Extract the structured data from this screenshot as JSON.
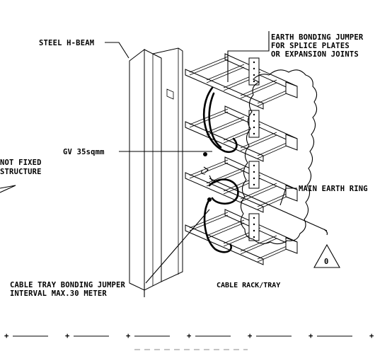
{
  "labels": {
    "steel_h_beam": "STEEL H-BEAM",
    "earth_jumper_1": "EARTH BONDING JUMPER",
    "earth_jumper_2": "FOR SPLICE PLATES",
    "earth_jumper_3": "OR EXPANSION JOINTS",
    "gv": "GV 35sqmm",
    "not_fixed_1": "NOT FIXED",
    "not_fixed_2": "STRUCTURE",
    "main_earth_ring": "MAIN EARTH RING",
    "tray_jumper_1": "CABLE TRAY BONDING JUMPER",
    "tray_jumper_2": "INTERVAL MAX.30 METER",
    "cable_rack": "CABLE RACK/TRAY",
    "revision": "0"
  },
  "tray_levels": 4,
  "grid_marks": 7
}
